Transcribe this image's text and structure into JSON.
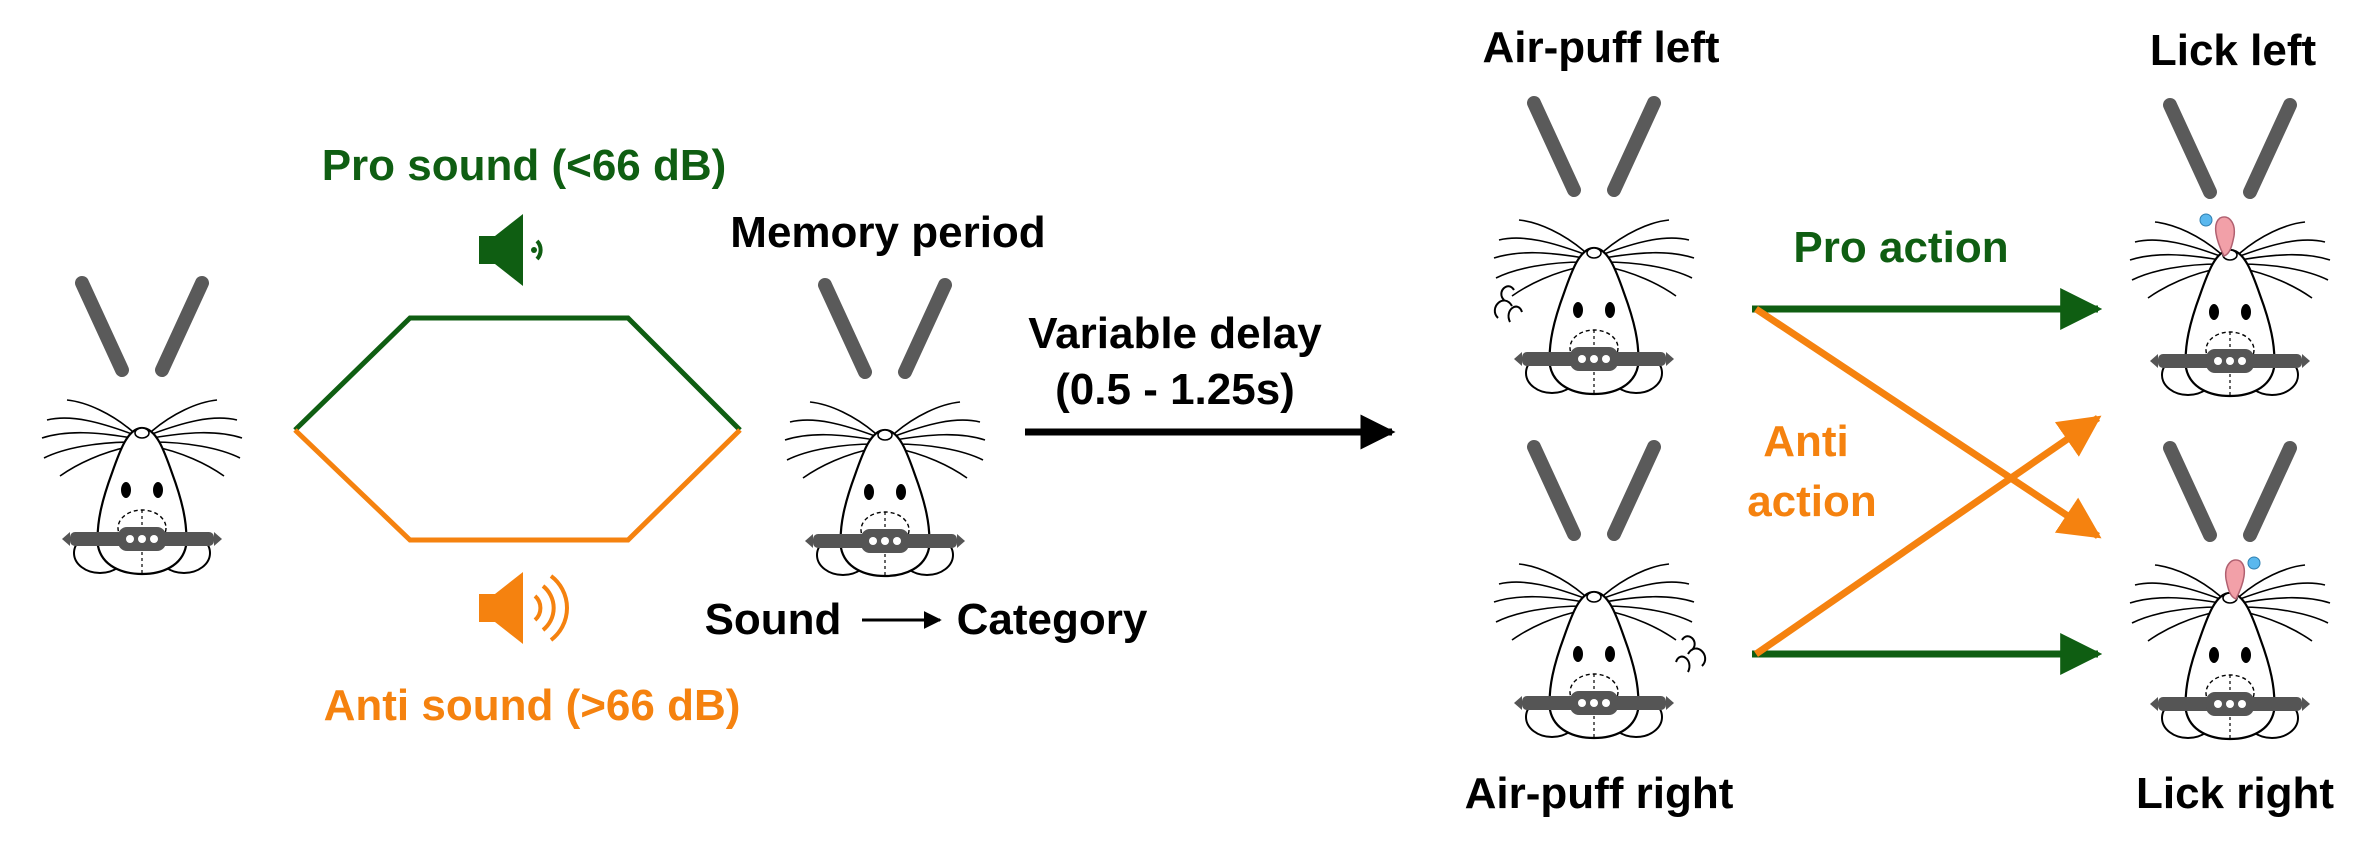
{
  "labels": {
    "pro_sound": "Pro sound (<66 dB)",
    "anti_sound": "Anti sound (>66 dB)",
    "memory_period": "Memory period",
    "variable_delay_1": "Variable delay",
    "variable_delay_2": "(0.5 - 1.25s)",
    "sound": "Sound",
    "category": "Category",
    "air_puff_left": "Air-puff left",
    "air_puff_right": "Air-puff right",
    "pro_action": "Pro action",
    "anti_action_1": "Anti",
    "anti_action_2": "action",
    "lick_left": "Lick left",
    "lick_right": "Lick right"
  },
  "colors": {
    "pro": "#0f5e12",
    "anti": "#f5820f",
    "black": "#000000",
    "spout": "#5a5a5a",
    "tongue": "#f2a0a8",
    "droplet": "#5ab8ee"
  }
}
